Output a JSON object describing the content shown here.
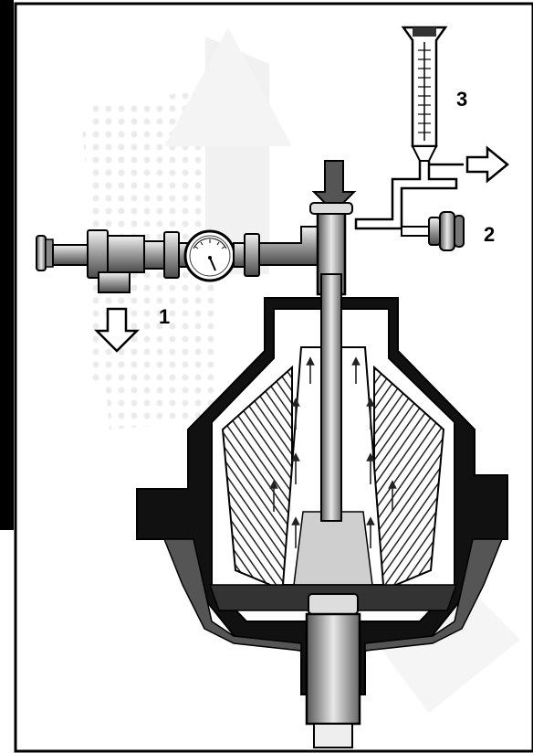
{
  "callouts": {
    "label_1": "1",
    "label_2": "2",
    "label_3": "3"
  },
  "colors": {
    "frame": "#000000",
    "paper": "#ffffff",
    "ink": "#111111",
    "shading_dark": "#3a3a3a",
    "shading_mid": "#8a8a8a",
    "shading_light": "#d8d8d8",
    "faded_background": "#cfcfcf"
  },
  "icons": {
    "inlet_arrow": "arrow-down-icon",
    "outlet_arrow_1": "arrow-down-outline-icon",
    "outlet_arrow_3": "arrow-right-outline-icon",
    "gauge": "pressure-gauge-icon"
  }
}
